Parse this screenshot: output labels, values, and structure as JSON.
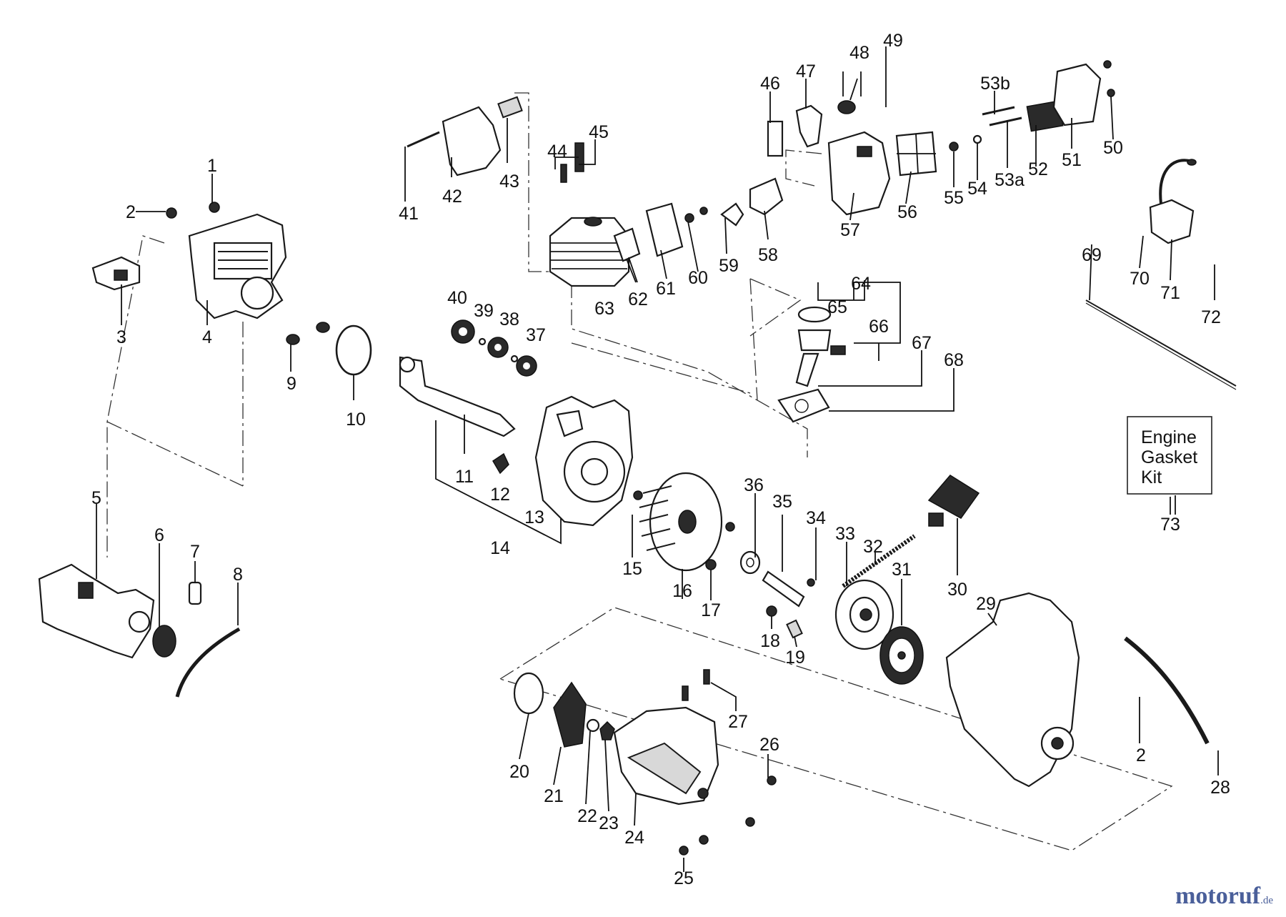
{
  "kit_box": {
    "lines": [
      "Engine",
      "Gasket",
      "Kit"
    ]
  },
  "logo": {
    "name": "motoruf",
    "tld": ".de",
    "color": "#4a5f9a"
  },
  "callouts": [
    "1",
    "2",
    "3",
    "4",
    "5",
    "6",
    "7",
    "8",
    "9",
    "10",
    "11",
    "12",
    "13",
    "14",
    "15",
    "16",
    "17",
    "18",
    "19",
    "20",
    "21",
    "22",
    "23",
    "24",
    "25",
    "26",
    "27",
    "28",
    "29",
    "30",
    "31",
    "32",
    "33",
    "34",
    "35",
    "36",
    "37",
    "38",
    "39",
    "40",
    "41",
    "42",
    "43",
    "44",
    "45",
    "46",
    "47",
    "48",
    "49",
    "50",
    "51",
    "52",
    "53a",
    "53b",
    "54",
    "55",
    "56",
    "57",
    "58",
    "59",
    "60",
    "61",
    "62",
    "63",
    "64",
    "65",
    "66",
    "67",
    "68",
    "69",
    "70",
    "71",
    "72",
    "73"
  ],
  "extra_callouts": [
    "2"
  ]
}
